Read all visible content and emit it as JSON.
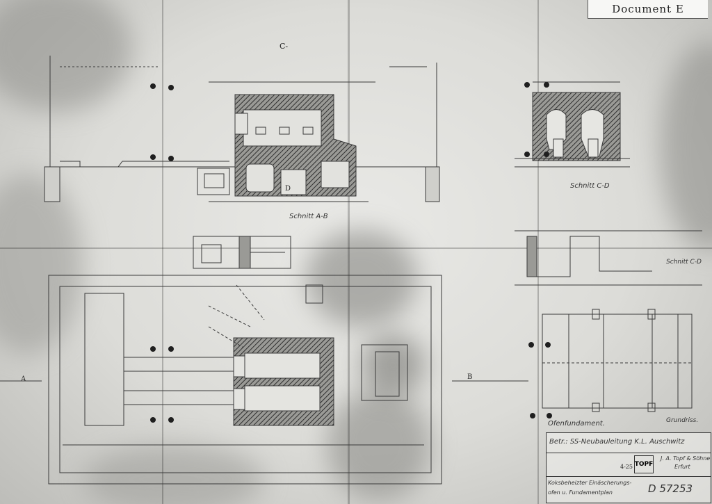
{
  "document_label": "Document E",
  "drawing_labels": {
    "section_c": "C-",
    "section_ab": "Schnitt A-B",
    "section_cd": "Schnitt C-D",
    "section_cd_right": "Schnitt C-D",
    "letter_d": "D",
    "letter_a": "A",
    "letter_b": "B",
    "foundation": "Ofenfundament.",
    "ground_plan": "Grundriss."
  },
  "title_block": {
    "project": "Betr.: SS-Neubauleitung K.L. Auschwitz",
    "company_line1": "J. A. Topf & Söhne",
    "company_line2": "Erfurt",
    "date": "4-25",
    "description_line1": "Koksbeheizter Einäscherungs-",
    "description_line2": "ofen u. Fundamentplan",
    "drawing_number": "D 57253"
  },
  "colors": {
    "ink": "#2a2a2a",
    "paper": "#e4e4e0",
    "hatch": "#3a3a3a"
  }
}
